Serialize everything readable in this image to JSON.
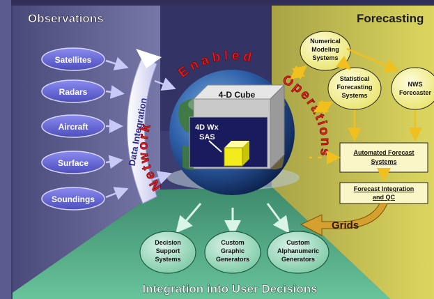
{
  "panels": {
    "observations_title": "Observations",
    "forecasting_title": "Forecasting",
    "integration_title": "Integration into User Decisions"
  },
  "observations": [
    "Satellites",
    "Radars",
    "Aircraft",
    "Surface",
    "Soundings"
  ],
  "data_integration_label": "Data Integration",
  "arc_text": {
    "network": "Network",
    "enabled": "Enabled",
    "operations": "Operations"
  },
  "cube": {
    "label": "4-D Cube",
    "sas_line1": "4D Wx",
    "sas_line2": "SAS"
  },
  "forecast_nodes": {
    "numerical": [
      "Numerical",
      "Modeling",
      "Systems"
    ],
    "statistical": [
      "Statistical",
      "Forecasting",
      "Systems"
    ],
    "nws": [
      "NWS",
      "Forecaster"
    ]
  },
  "forecast_boxes": {
    "automated": [
      "Automated Forecast",
      "Systems"
    ],
    "integration": [
      "Forecast Integration",
      "and QC"
    ]
  },
  "grids_label": "Grids",
  "user_nodes": {
    "decision": [
      "Decision",
      "Support",
      "Systems"
    ],
    "graphic": [
      "Custom",
      "Graphic",
      "Generators"
    ],
    "alpha": [
      "Custom",
      "Alphanumeric",
      "Generators"
    ]
  },
  "colors": {
    "observations_bg": "#5d5d8f",
    "forecasting_bg": "#c8c24e",
    "integration_bg": "#4fa583",
    "pill_fill": "#6a6ad8",
    "node_fill": "#f4f085",
    "arc_text": "#e21d1d",
    "title_text": "#ffffff",
    "forecast_title": "#1c1c1c"
  }
}
